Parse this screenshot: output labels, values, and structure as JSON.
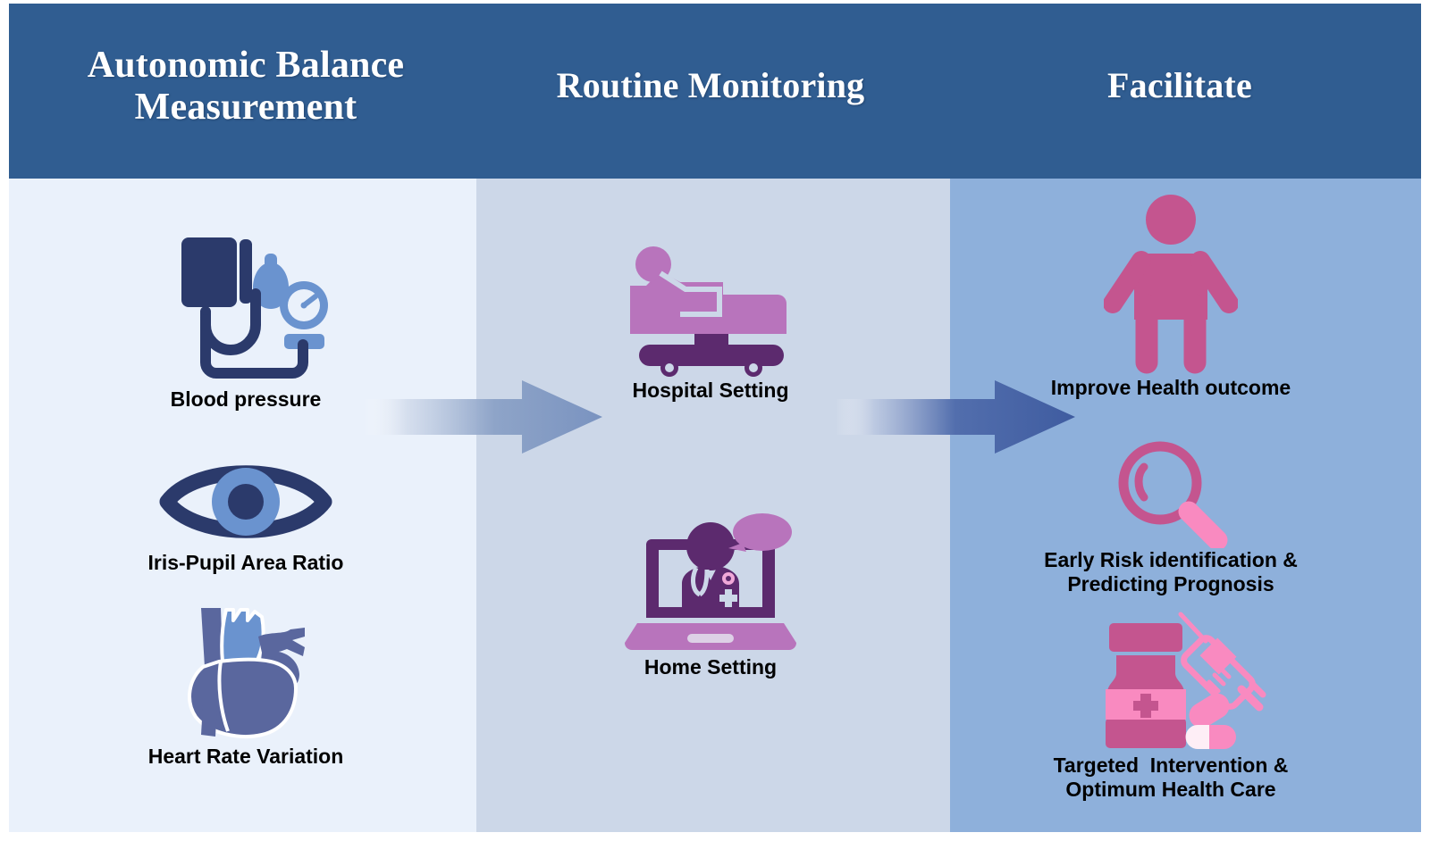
{
  "header": {
    "columns": [
      {
        "title": "Autonomic Balance\nMeasurement"
      },
      {
        "title": "Routine Monitoring"
      },
      {
        "title": "Facilitate"
      }
    ]
  },
  "colors": {
    "header_band": "#305d91",
    "column1_bg": "#eaf1fb",
    "column2_bg": "#ccd7e8",
    "column3_bg": "#8eb0db",
    "navy_dark": "#2b3a6b",
    "blue_medium": "#6a93cf",
    "slate_blue": "#5a679e",
    "purple_light": "#b874bc",
    "purple_dark": "#5c2a6e",
    "pink_dark": "#c4558f",
    "pink_light": "#f98ac0",
    "arrow1_start": "#ffffff",
    "arrow1_end": "#7a93c0",
    "arrow2_start": "#ffffff",
    "arrow2_end": "#3f5ca0",
    "label_text": "#000000",
    "header_text": "#ffffff"
  },
  "column1": {
    "items": [
      {
        "label": "Blood pressure",
        "icon": "blood-pressure-monitor-icon"
      },
      {
        "label": "Iris-Pupil Area Ratio",
        "icon": "eye-icon"
      },
      {
        "label": "Heart Rate Variation",
        "icon": "anatomical-heart-icon"
      }
    ]
  },
  "column2": {
    "items": [
      {
        "label": "Hospital Setting",
        "icon": "hospital-bed-icon"
      },
      {
        "label": "Home Setting",
        "icon": "telemedicine-laptop-icon"
      }
    ]
  },
  "column3": {
    "items": [
      {
        "label": "Improve Health outcome",
        "icon": "person-standing-icon"
      },
      {
        "label": "Early Risk identification &\nPredicting Prognosis",
        "icon": "magnifying-glass-icon"
      },
      {
        "label": "Targeted  Intervention &\nOptimum Health Care",
        "icon": "medication-syringe-icon"
      }
    ]
  },
  "arrows": [
    {
      "name": "arrow-column1-to-column2",
      "direction": "right"
    },
    {
      "name": "arrow-column2-to-column3",
      "direction": "right"
    }
  ]
}
